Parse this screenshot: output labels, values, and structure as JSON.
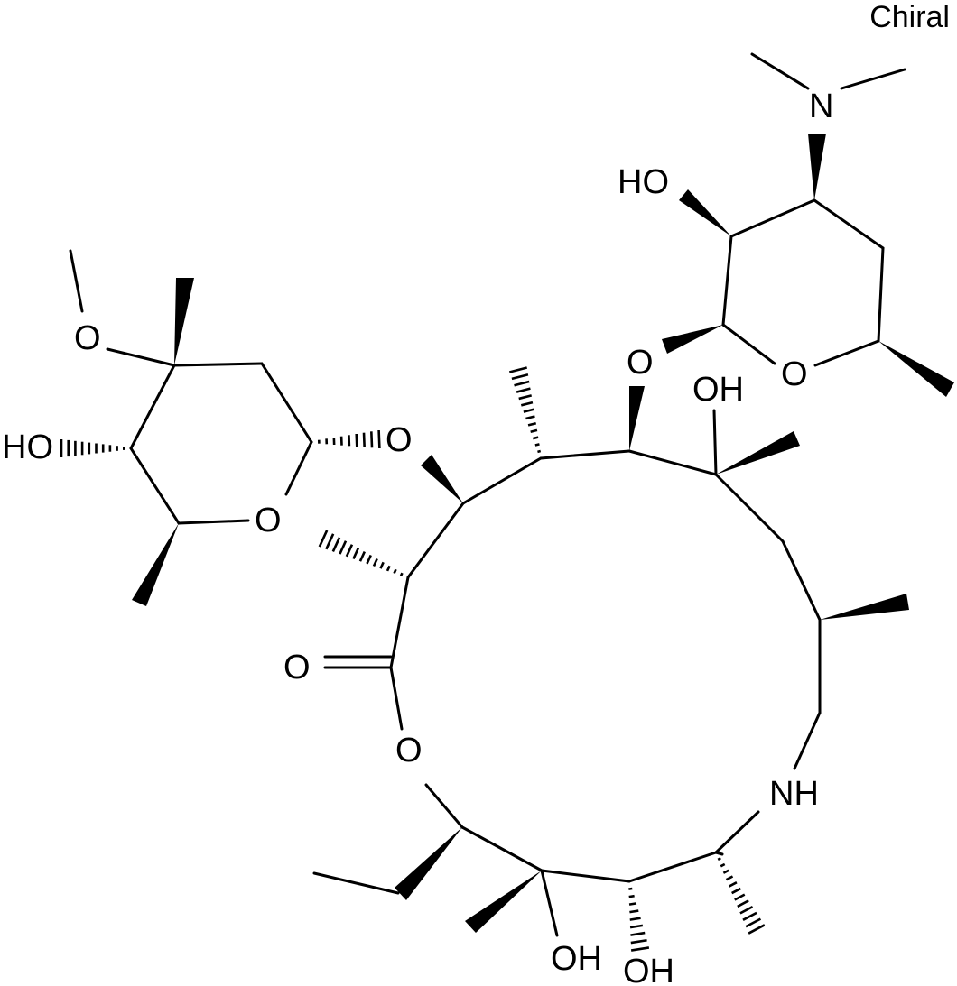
{
  "chiral_flag": "Chiral",
  "atoms": [
    {
      "id": "n_dimethylamino",
      "text": "N"
    },
    {
      "id": "oh_desosamine",
      "text": "HO"
    },
    {
      "id": "o_desosamine_ring",
      "text": "O"
    },
    {
      "id": "o_glyco_desosamine",
      "text": "O"
    },
    {
      "id": "oh_c6",
      "text": "OH"
    },
    {
      "id": "o_methoxy",
      "text": "O"
    },
    {
      "id": "oh_cladinose",
      "text": "HO"
    },
    {
      "id": "o_glyco_cladinose",
      "text": "O"
    },
    {
      "id": "o_cladinose_ring",
      "text": "O"
    },
    {
      "id": "o_carbonyl",
      "text": "O"
    },
    {
      "id": "o_lactone",
      "text": "O"
    },
    {
      "id": "nh_ring",
      "text": "NH"
    },
    {
      "id": "oh_c12",
      "text": "OH"
    },
    {
      "id": "oh_c11",
      "text": "OH"
    }
  ]
}
